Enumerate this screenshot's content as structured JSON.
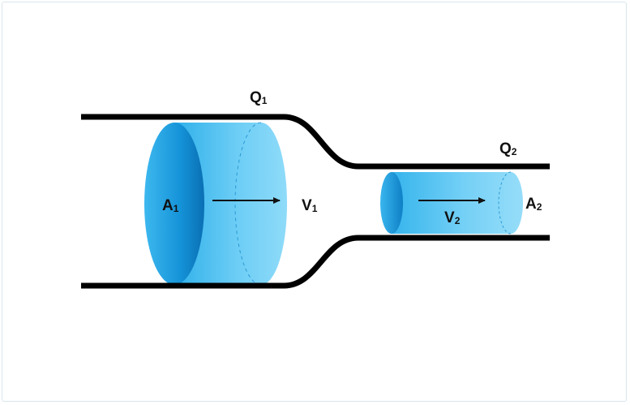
{
  "labels": {
    "q1": "Q",
    "q1_sub": "1",
    "q2": "Q",
    "q2_sub": "2",
    "a1": "A",
    "a1_sub": "1",
    "a2": "A",
    "a2_sub": "2",
    "v1": "V",
    "v1_sub": "1",
    "v2": "V",
    "v2_sub": "2"
  },
  "colors": {
    "pipe_wall": "#000000",
    "fluid_light": "#7fd3f7",
    "fluid_mid": "#2fb0ea",
    "fluid_dark": "#0c7fc4",
    "background": "#ffffff"
  }
}
